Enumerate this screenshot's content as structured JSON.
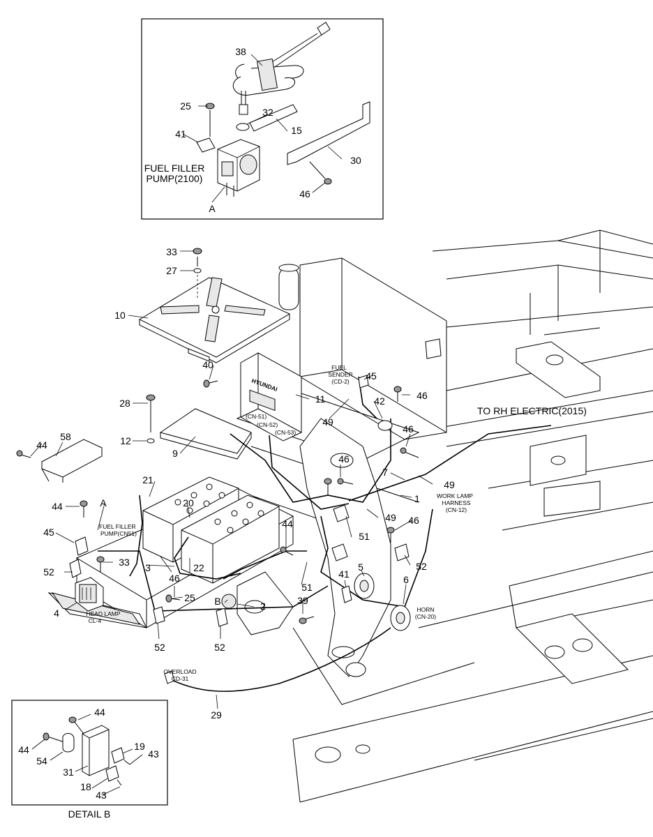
{
  "detail_a": {
    "title_line1": "FUEL FILLER",
    "title_line2": "PUMP(2100)",
    "marker": "A",
    "callouts": [
      "38",
      "25",
      "32",
      "41",
      "15",
      "30",
      "46"
    ]
  },
  "main": {
    "callouts": {
      "c33a": "33",
      "c27": "27",
      "c10": "10",
      "c40": "40",
      "c11": "11",
      "c45a": "45",
      "c46a": "46",
      "c42": "42",
      "c28": "28",
      "c12": "12",
      "c9": "9",
      "c58": "58",
      "c44a": "44",
      "c46b": "46",
      "c49a": "49",
      "c7": "7",
      "c46c": "46",
      "c49b": "49",
      "c1": "1",
      "c21": "21",
      "c20": "20",
      "cA": "A",
      "c44b": "44",
      "c45b": "45",
      "c33b": "33",
      "c44c": "44",
      "c49c": "49",
      "c51a": "51",
      "c46d": "46",
      "c52a": "52",
      "c3": "3",
      "c22": "22",
      "c52b": "52",
      "c46e": "46",
      "c25": "25",
      "cB": "B",
      "c2": "2",
      "c51b": "51",
      "c5": "5",
      "c41": "41",
      "c6": "6",
      "c4": "4",
      "c39": "39",
      "c52c": "52",
      "c52d": "52",
      "c29": "29"
    },
    "text": {
      "fuel_sender_1": "FUEL",
      "fuel_sender_2": "SENDER",
      "fuel_sender_3": "(CD-2)",
      "to_rh": "TO RH ELECTRIC(2015)",
      "cn51": "(CN-51)",
      "cn52": "(CN-52)",
      "cn53": "(CN-53)",
      "hyundai": "HYUNDAI",
      "work_lamp_1": "WORK LAMP",
      "work_lamp_2": "HARNESS",
      "work_lamp_3": "(CN-12)",
      "ffp_1": "FUEL FILLER",
      "ffp_2": "PUMP(CN51)",
      "head_lamp_1": "HEAD LAMP",
      "head_lamp_2": "CL-4",
      "horn_1": "HORN",
      "horn_2": "(CN-20)",
      "overload_1": "OVERLOAD",
      "overload_2": "CD-31"
    }
  },
  "detail_b": {
    "title": "DETAIL B",
    "callouts": {
      "c44a": "44",
      "c44b": "44",
      "c54": "54",
      "c19": "19",
      "c43a": "43",
      "c31": "31",
      "c18": "18",
      "c43b": "43"
    }
  }
}
